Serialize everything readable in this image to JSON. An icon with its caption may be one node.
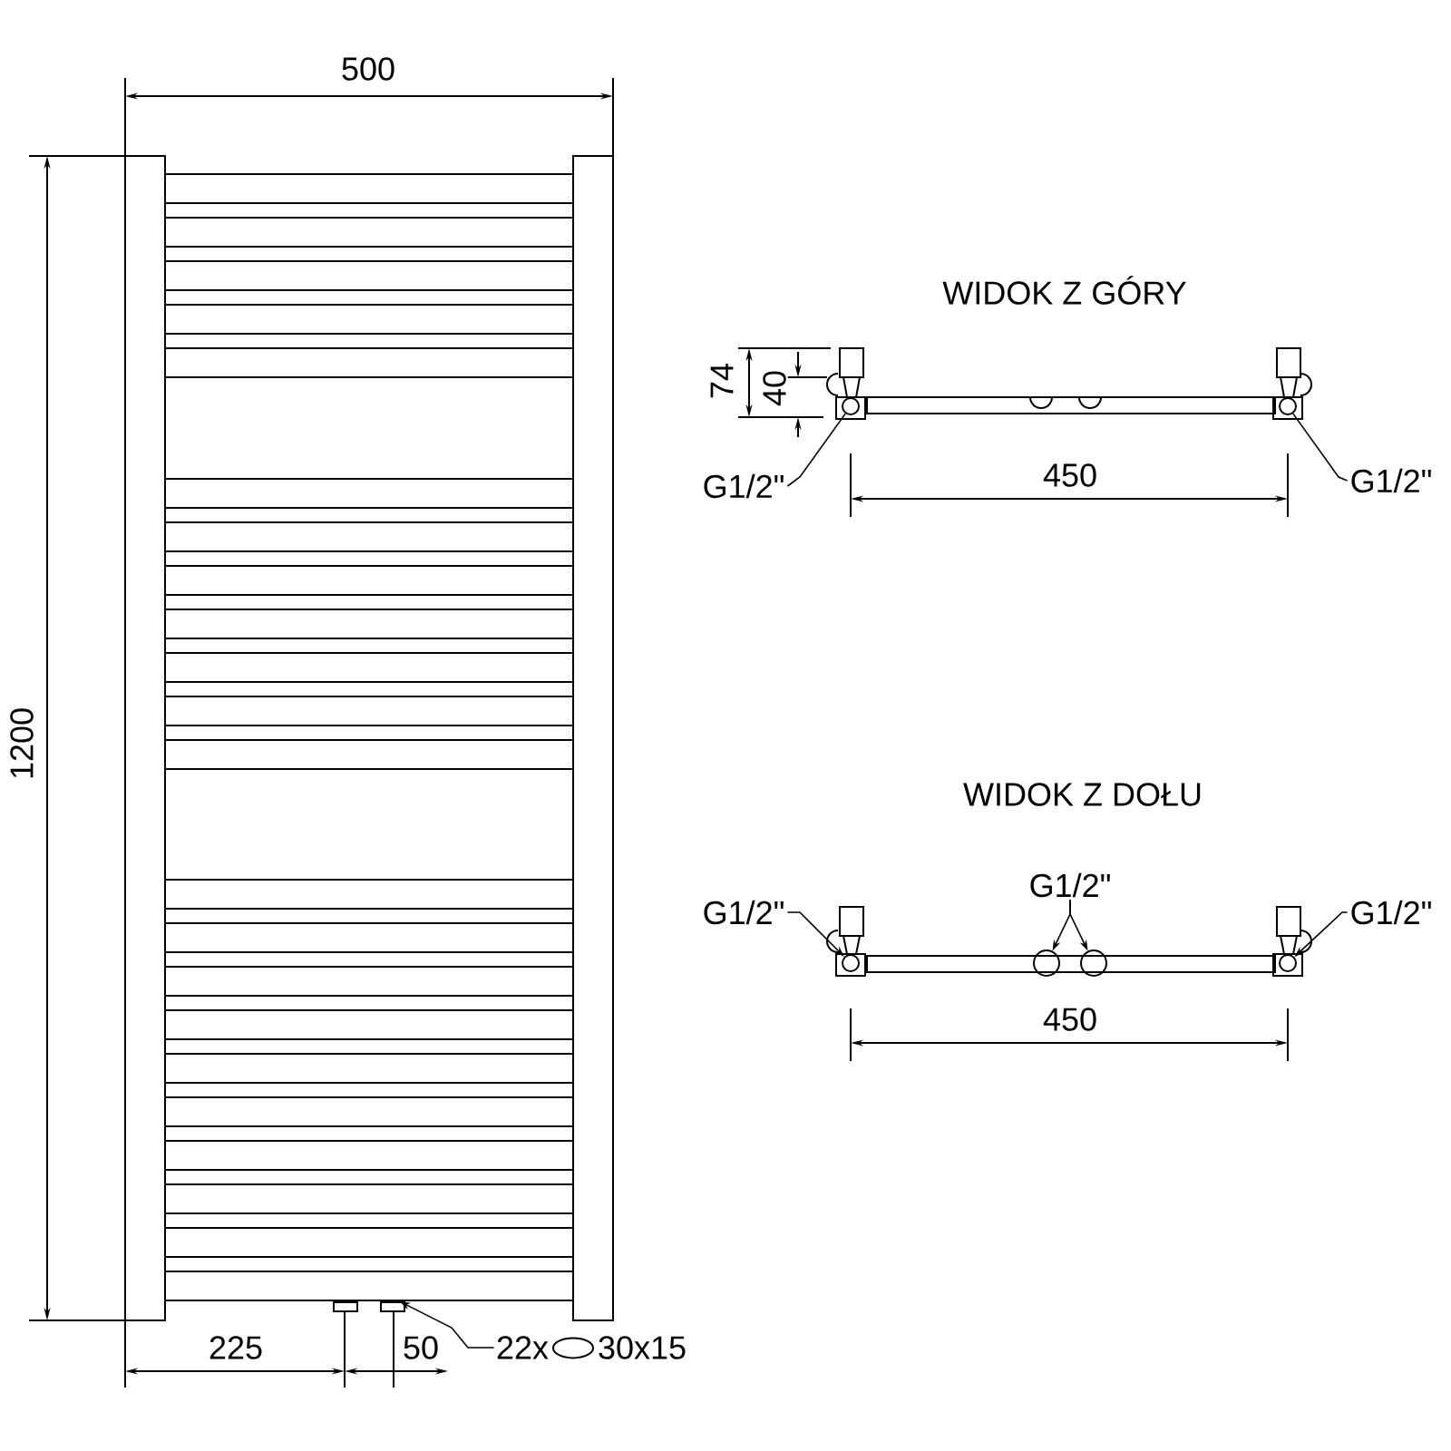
{
  "diagram": {
    "nodes": [
      {
        "text": [
          "G1/2\""
        ]
      },
      {
        "text": [],
        "shape": "circle"
      },
      {
        "text": [
          "G1/2\""
        ]
      },
      {
        "text": [],
        "shape": "circle"
      },
      {
        "text": [
          "G1/2\""
        ]
      },
      {
        "text": [],
        "shape": "circle"
      },
      {
        "text": [
          "G1/2\""
        ]
      },
      {
        "text": [],
        "shape": "circle"
      },
      {
        "text": [],
        "shape": "circle"
      },
      {
        "text": [
          "G1/2\""
        ]
      },
      {
        "text": [],
        "shape": "circle"
      },
      {
        "text": [
          "22x",
          "30x15"
        ]
      },
      {
        "text": [],
        "shape": "bar"
      }
    ],
    "edges": [
      {
        "from": 0,
        "to": 1,
        "arrow": "none"
      },
      {
        "from": 2,
        "to": 3,
        "arrow": "none"
      },
      {
        "from": 4,
        "to": 5,
        "arrow": "to"
      },
      {
        "from": 6,
        "to": 7,
        "arrow": "to"
      },
      {
        "from": 6,
        "to": 8,
        "arrow": "to"
      },
      {
        "from": 9,
        "to": 10,
        "arrow": "to"
      },
      {
        "from": 11,
        "to": 12,
        "arrow": "to"
      }
    ],
    "labels": [
      "500",
      "1200",
      "WIDOK Z GÓRY",
      "74",
      "40",
      "450",
      "WIDOK Z DOŁU",
      "450",
      "225",
      "50"
    ]
  }
}
